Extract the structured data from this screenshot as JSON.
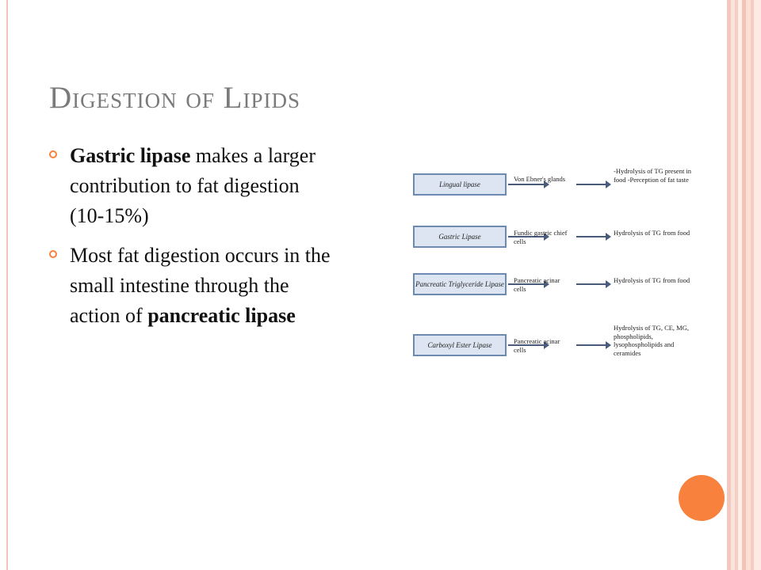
{
  "slide": {
    "title": "Digestion of Lipids",
    "bullets": [
      {
        "bold_lead": "Gastric lipase",
        "text": " makes a larger contribution to fat digestion (10-15%)"
      },
      {
        "text": "Most fat digestion occurs in the small intestine through the action of ",
        "bold_tail": "pancreatic lipase"
      }
    ]
  },
  "diagram": {
    "rows": [
      {
        "enzyme": "Lingual lipase",
        "source": "Von Ebner's glands",
        "effect": "-Hydrolysis of TG present in food -Perception of fat taste"
      },
      {
        "enzyme": "Gastric Lipase",
        "source": "Fundic gastric chief cells",
        "effect": "Hydrolysis of TG from food"
      },
      {
        "enzyme": "Pancreatic Triglyceride Lipase",
        "source": "Pancreatic acinar cells",
        "effect": "Hydrolysis of TG from food"
      },
      {
        "enzyme": "Carboxyl Ester Lipase",
        "source": "Pancreatic acinar cells",
        "effect": "Hydrolysis of TG, CE, MG, phospholipids, lysophospholipids and ceramides"
      }
    ]
  },
  "colors": {
    "accent": "#f7813d",
    "title": "#7a7a7a",
    "box_fill": "#dce5f1",
    "box_border": "#6d8ab0",
    "stripe": "#f4c9bd"
  }
}
